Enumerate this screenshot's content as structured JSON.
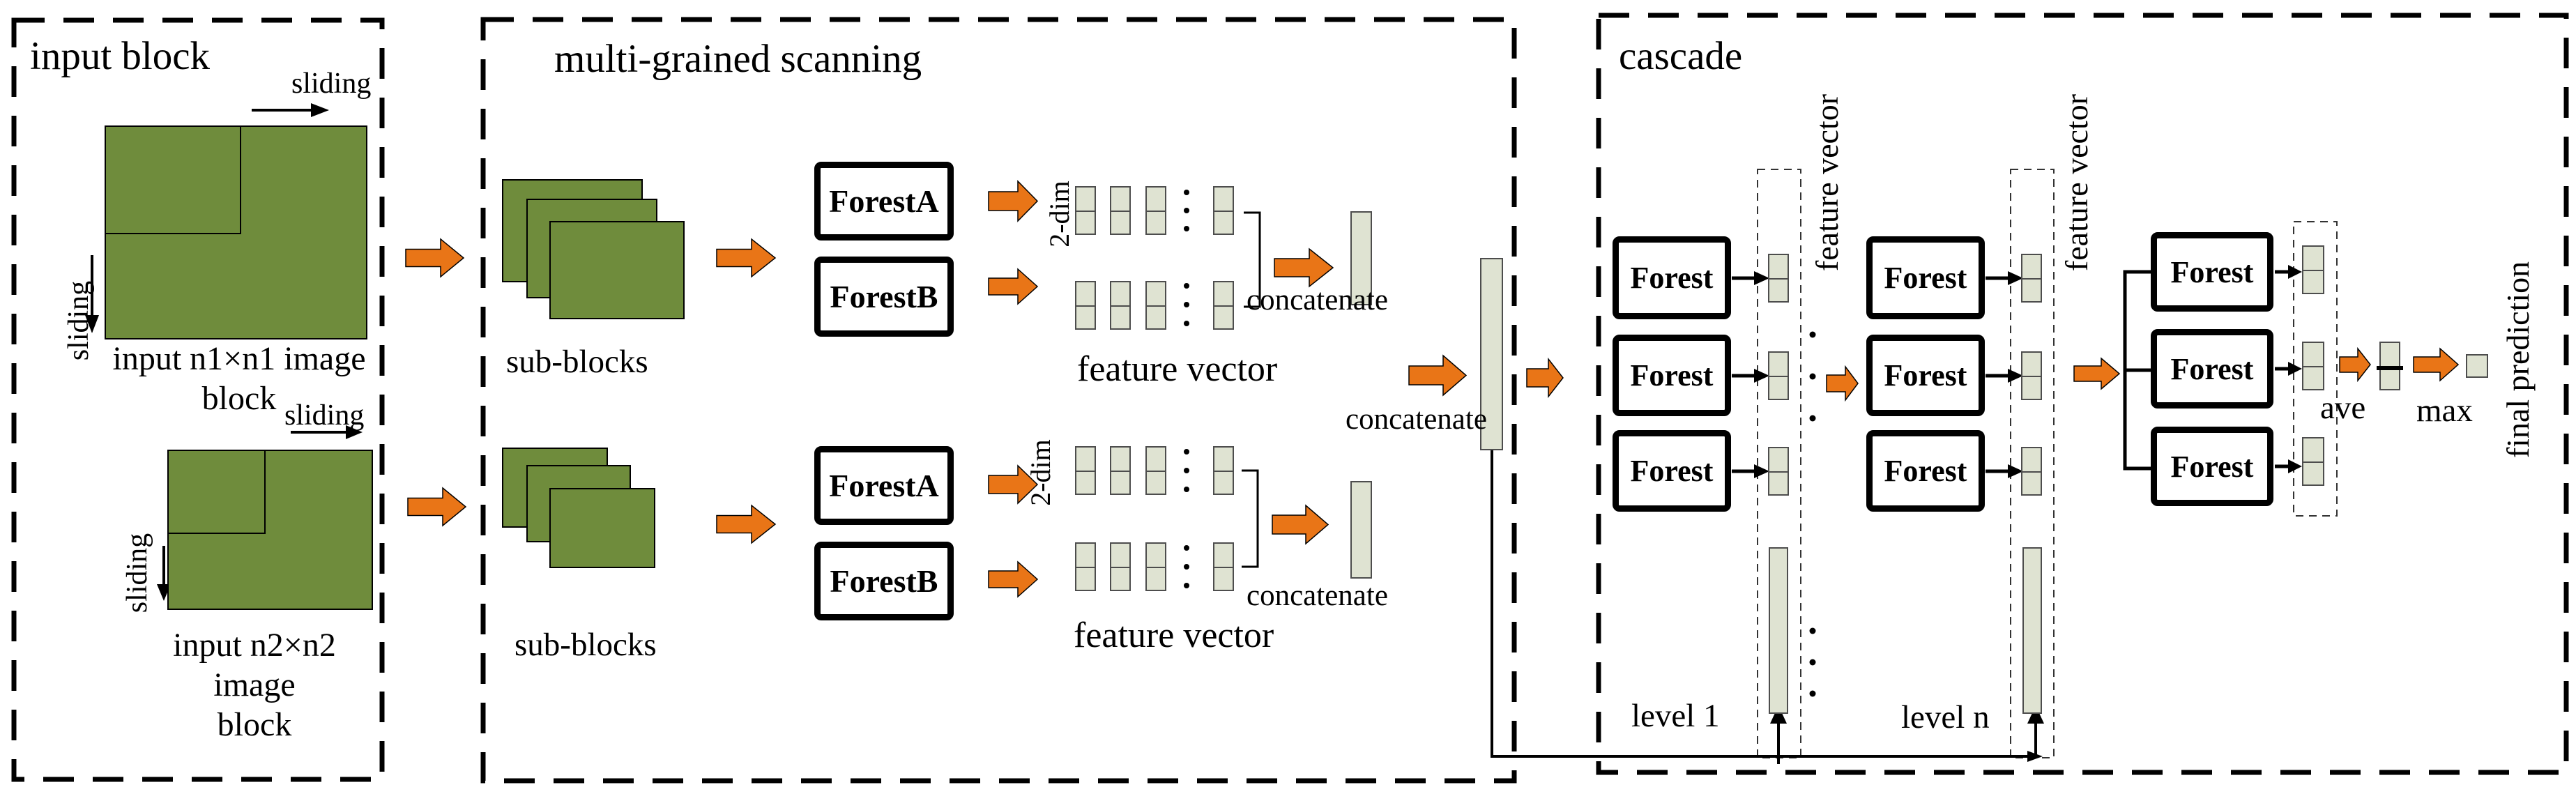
{
  "colors": {
    "green": "#6f8c3c",
    "orange": "#e97517",
    "cell_fill": "#dfe3d2",
    "line": "#000000"
  },
  "panels": {
    "input_block": {
      "title": "input block"
    },
    "multi_grained": {
      "title": "multi-grained scanning"
    },
    "cascade": {
      "title": "cascade"
    }
  },
  "input_block": {
    "block1": {
      "sliding_top": "sliding",
      "sliding_left": "sliding",
      "caption": "input n1×n1 image",
      "caption2": "block"
    },
    "block2": {
      "sliding_top": "sliding",
      "sliding_left": "sliding",
      "caption": "input n2×n2 image",
      "caption2": "block"
    }
  },
  "scanning": {
    "row1": {
      "sub_blocks": "sub-blocks",
      "forest_a": "ForestA",
      "forest_b": "ForestB",
      "dim": "2-dim",
      "feature_vector": "feature vector",
      "concatenate": "concatenate"
    },
    "row2": {
      "sub_blocks": "sub-blocks",
      "forest_a": "ForestA",
      "forest_b": "ForestB",
      "dim": "2-dim",
      "feature_vector": "feature vector",
      "concatenate": "concatenate"
    },
    "merge": {
      "concatenate": "concatenate"
    }
  },
  "cascade": {
    "level1": {
      "name": "level 1",
      "feature_vector": "feature vector",
      "forests": [
        "Forest",
        "Forest",
        "Forest"
      ]
    },
    "leveln": {
      "name": "level n",
      "feature_vector": "feature vector",
      "forests": [
        "Forest",
        "Forest",
        "Forest"
      ]
    },
    "final": {
      "forests": [
        "Forest",
        "Forest",
        "Forest"
      ],
      "ave": "ave",
      "max": "max",
      "prediction": "final prediction"
    }
  }
}
